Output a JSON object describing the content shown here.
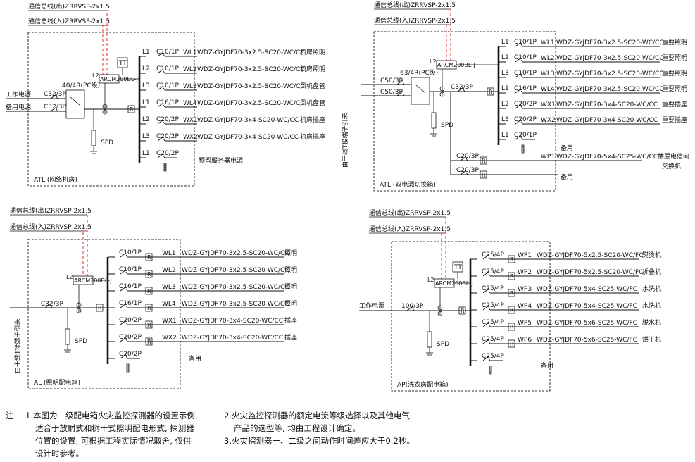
{
  "panels": [
    {
      "id": "atl-network",
      "comm_out": "通信总线(出)ZRRVSP-2x1.5",
      "comm_in": "通信总线(入)ZRRVSP-2x1.5",
      "title": "ATL (网络机房)",
      "inputs": [
        {
          "label": "工作电源",
          "breaker": "C32/3P"
        },
        {
          "label": "备用电源",
          "breaker": "C32/3P"
        }
      ],
      "ats": "40/4R(PC级)",
      "detector": "ARCM200BL-J",
      "l2": "L2",
      "tt": "TT",
      "spd": "SPD",
      "circuits": [
        {
          "phase": "L1",
          "breaker": "C10/1P",
          "code": "WL1",
          "cable": "WDZ-GYJDF70-3x2.5-SC20-WC/CC",
          "load": "机房照明"
        },
        {
          "phase": "L2",
          "breaker": "C10/1P",
          "code": "WL2",
          "cable": "WDZ-GYJDF70-3x2.5-SC20-WC/CC",
          "load": "机房照明"
        },
        {
          "phase": "L3",
          "breaker": "C10/1P",
          "code": "WL3",
          "cable": "WDZ-GYJDF70-3x2.5-SC20-WC/CC",
          "load": "风机盘管"
        },
        {
          "phase": "L1",
          "breaker": "C16/1P",
          "code": "WL4",
          "cable": "WDZ-GYJDF70-3x2.5-SC20-WC/CC",
          "load": "风机盘管"
        },
        {
          "phase": "L2",
          "breaker": "C20/2P",
          "code": "WX1",
          "cable": "WDZ-GYJDF70-3x4-SC20-WC/CC",
          "load": "机房插座"
        },
        {
          "phase": "L3",
          "breaker": "C20/2P",
          "code": "WX2",
          "cable": "WDZ-GYJDF70-3x4-SC20-WC/CC",
          "load": "机房插座"
        },
        {
          "phase": "L1",
          "breaker": "C20/2P",
          "code": "",
          "cable": "",
          "load": "预留服务器电源"
        }
      ]
    },
    {
      "id": "atl-dual",
      "comm_out": "通信总线(出)ZRRVSP-2x1.5",
      "comm_in": "通信总线(入)ZRRVSP-2x1.5",
      "title": "ATL (双电源切换箱)",
      "side_label": "由干线T接端子引来",
      "inputs": [
        {
          "label": "",
          "breaker": "C50/3P"
        },
        {
          "label": "",
          "breaker": "C50/3P"
        }
      ],
      "ats": "63/4R(PC级)",
      "main_breaker": "C32/3P",
      "detector": "ARCM200BL-J",
      "l2": "L2",
      "spd": "SPD",
      "circuits": [
        {
          "phase": "L1",
          "breaker": "C10/1P",
          "code": "WL1",
          "cable": "WDZ-GYJDF70-3x2.5-SC20-WC/CC",
          "load": "重要照明"
        },
        {
          "phase": "L2",
          "breaker": "C10/1P",
          "code": "WL2",
          "cable": "WDZ-GYJDF70-3x2.5-SC20-WC/CC",
          "load": "重要照明"
        },
        {
          "phase": "L3",
          "breaker": "C10/1P",
          "code": "WL3",
          "cable": "WDZ-GYJDF70-3x2.5-SC20-WC/CC",
          "load": "重要照明"
        },
        {
          "phase": "L1",
          "breaker": "C16/1P",
          "code": "WL4",
          "cable": "WDZ-GYJDF70-3x2.5-SC20-WC/CC",
          "load": "重要照明"
        },
        {
          "phase": "L2",
          "breaker": "C20/2P",
          "code": "WX1",
          "cable": "WDZ-GYJDF70-3x4-SC20-WC/CC",
          "load": "重要插座"
        },
        {
          "phase": "L3",
          "breaker": "C20/2P",
          "code": "WX2",
          "cable": "WDZ-GYJDF70-3x4-SC20-WC/CC",
          "load": "重要插座"
        },
        {
          "phase": "L1",
          "breaker": "C20/1P",
          "code": "",
          "cable": "",
          "load": "备用"
        }
      ],
      "extra": [
        {
          "breaker": "C20/3P",
          "code": "WP1",
          "cable": "WDZ-GYJDF70-5x4-SC25-WC/CC",
          "load1": "楼层电信间",
          "load2": "交换机"
        },
        {
          "breaker": "C20/3P",
          "code": "",
          "cable": "",
          "load1": "备用",
          "load2": ""
        }
      ]
    },
    {
      "id": "al-lighting",
      "comm_out": "通信总线(出)ZRRVSP-2x1.5",
      "comm_in": "通信总线(入)ZRRVSP-2x1.5",
      "title": "AL (照明配电箱)",
      "side_label": "由干线T接端子引来",
      "main_breaker": "C32/3P",
      "detector": "ARCM200BL-J",
      "l2": "L2",
      "spd": "SPD",
      "circuits": [
        {
          "breaker": "C10/1P",
          "code": "WL1",
          "cable": "WDZ-GYJDF70-3x2.5-SC20-WC/CC",
          "load": "照明"
        },
        {
          "breaker": "C10/1P",
          "code": "WL2",
          "cable": "WDZ-GYJDF70-3x2.5-SC20-WC/CC",
          "load": "照明"
        },
        {
          "breaker": "C16/1P",
          "code": "WL3",
          "cable": "WDZ-GYJDF70-3x2.5-SC20-WC/CC",
          "load": "照明"
        },
        {
          "breaker": "C16/1P",
          "code": "WL4",
          "cable": "WDZ-GYJDF70-3x2.5-SC20-WC/CC",
          "load": "照明"
        },
        {
          "breaker": "C20/2P",
          "code": "WX1",
          "cable": "WDZ-GYJDF70-3x4-SC20-WC/CC",
          "load": "插座"
        },
        {
          "breaker": "C20/2P",
          "code": "WX2",
          "cable": "WDZ-GYJDF70-3x4-SC20-WC/CC",
          "load": "插座"
        },
        {
          "breaker": "C20/2P",
          "code": "",
          "cable": "",
          "load": "备用"
        }
      ]
    },
    {
      "id": "ap-laundry",
      "comm_out": "通信总线(出)ZRRVSP-2x1.5",
      "comm_in": "通信总线(入)ZRRVSP-2x1.5",
      "title": "AP(洗衣房配电箱)",
      "input_label": "工作电源",
      "main_breaker": "100/3P",
      "detector": "ARCM200BL-J",
      "l2": "L2",
      "tt": "TT",
      "spd": "SPD",
      "circuits": [
        {
          "breaker": "C25/4P",
          "code": "WP1",
          "cable": "WDZ-GYJDF70-5x2.5-SC20-WC/FC",
          "load": "熨烫机"
        },
        {
          "breaker": "C25/4P",
          "code": "WP2",
          "cable": "WDZ-GYJDF70-5x2.5-SC20-WC/FC",
          "load": "折叠机"
        },
        {
          "breaker": "C25/4P",
          "code": "WP3",
          "cable": "WDZ-GYJDF70-5x4-SC25-WC/FC",
          "load": "水洗机"
        },
        {
          "breaker": "C25/4P",
          "code": "WP4",
          "cable": "WDZ-GYJDF70-5x4-SC25-WC/FC",
          "load": "水洗机"
        },
        {
          "breaker": "C25/4P",
          "code": "WP5",
          "cable": "WDZ-GYJDF70-5x6-SC25-WC/FC",
          "load": "脱水机"
        },
        {
          "breaker": "C25/4P",
          "code": "WP6",
          "cable": "WDZ-GYJDF70-5x6-SC25-WC/FC",
          "load": "烘干机"
        },
        {
          "breaker": "C25/4P",
          "code": "",
          "cable": "",
          "load": "备用"
        }
      ]
    }
  ],
  "notes": {
    "prefix": "注:",
    "col1": [
      "1.本图为二级配电箱火灾监控探测器的设置示例,",
      "适合于放射式和树干式照明配电形式, 探测器",
      "位置的设置, 可根据工程实际情况取舍, 仅供",
      "设计时参考。"
    ],
    "col2": [
      "2.火灾监控探测器的额定电流等级选择以及其他电气",
      "产品的选型等, 均由工程设计确定。",
      "3.火灾探测器一、二级之间动作时间差应大于0.2秒。"
    ]
  }
}
